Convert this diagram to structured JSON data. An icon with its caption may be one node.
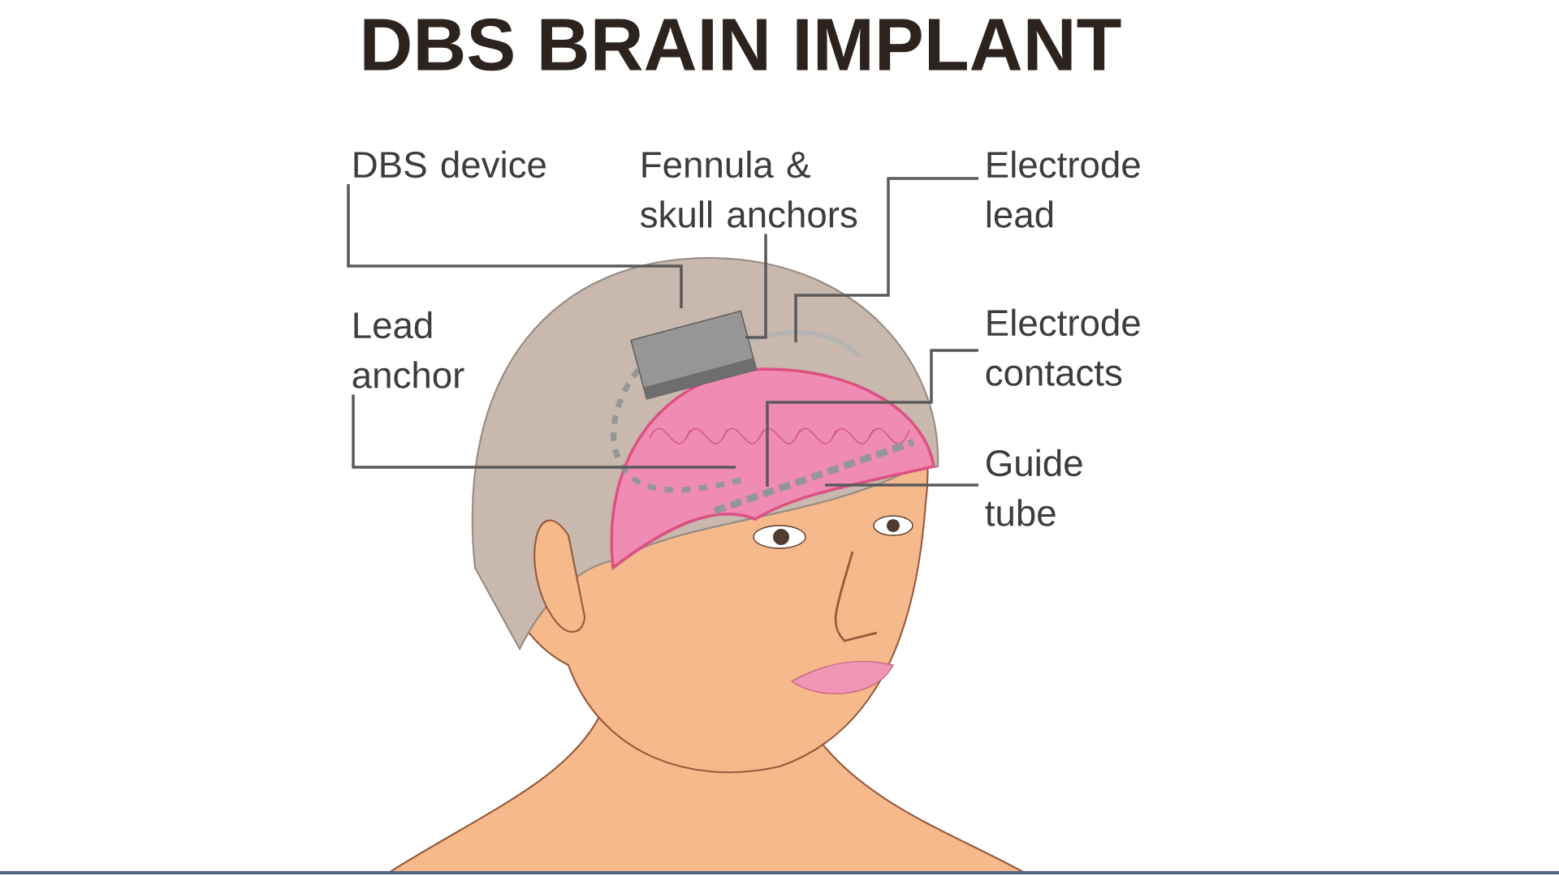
{
  "diagram": {
    "title": "DBS BRAIN IMPLANT",
    "nodes": [
      {
        "text": [
          "DBS device"
        ]
      },
      {
        "text": [
          "Fennula & skull anchors"
        ]
      },
      {
        "text": [
          "Electrode lead"
        ]
      },
      {
        "text": [
          "Lead anchor"
        ]
      },
      {
        "text": [
          "Electrode contacts"
        ]
      },
      {
        "text": [
          "Guide tube"
        ]
      }
    ],
    "edges": [
      {
        "from": 0,
        "to": null,
        "arrow": "none"
      },
      {
        "from": 1,
        "to": null,
        "arrow": "none"
      },
      {
        "from": 2,
        "to": null,
        "arrow": "none"
      },
      {
        "from": 3,
        "to": null,
        "arrow": "none"
      },
      {
        "from": 4,
        "to": null,
        "arrow": "none"
      },
      {
        "from": 5,
        "to": null,
        "arrow": "none"
      }
    ]
  }
}
